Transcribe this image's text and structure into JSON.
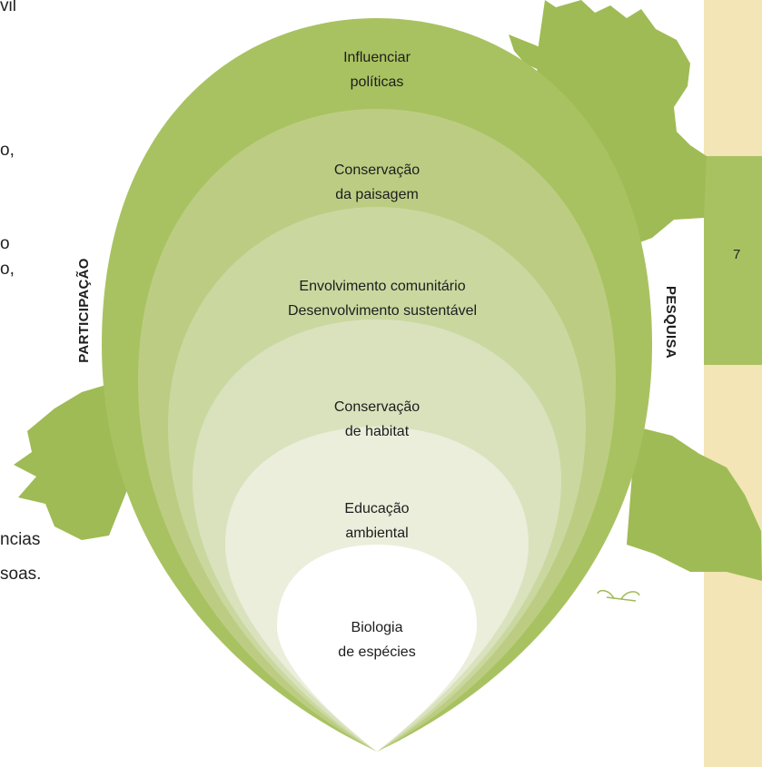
{
  "page_number": "7",
  "left_text_fragments": [
    "vil",
    "o,",
    "o",
    "o,",
    "ncias",
    "soas."
  ],
  "diagram": {
    "side_labels": {
      "left": "PARTICIPAÇÃO",
      "right": "PESQUISA"
    },
    "rings": [
      {
        "level": 1,
        "lines": [
          "Influenciar",
          "políticas"
        ]
      },
      {
        "level": 2,
        "lines": [
          "Conservação",
          "da paisagem"
        ]
      },
      {
        "level": 3,
        "lines": [
          "Envolvimento comunitário",
          "Desenvolvimento sustentável"
        ]
      },
      {
        "level": 4,
        "lines": [
          "Conservação",
          "de habitat"
        ]
      },
      {
        "level": 5,
        "lines": [
          "Educação",
          "ambiental"
        ]
      },
      {
        "level": 6,
        "lines": [
          "Biologia",
          "de espécies"
        ]
      }
    ],
    "colors": {
      "ring1": "#a9c261",
      "ring2": "#bccd83",
      "ring3": "#cad8a0",
      "ring4": "#d9e2bd",
      "ring5": "#eaeedb",
      "ring6": "#ffffff",
      "foliage": "#9fbb55",
      "sidebar": "#f3e5b5"
    }
  }
}
